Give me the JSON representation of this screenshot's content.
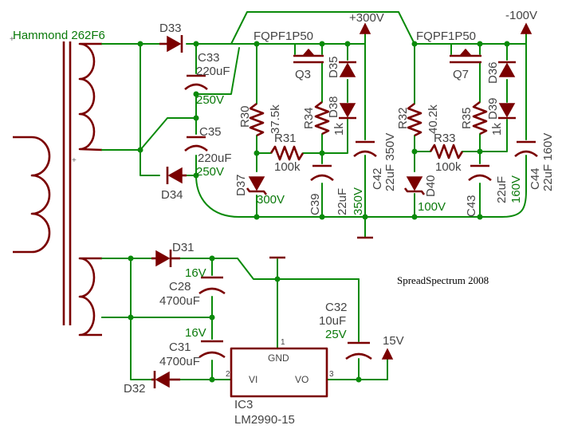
{
  "transformer": {
    "name": "Hammond 262F6"
  },
  "credit": "SpreadSpectrum 2008",
  "diodes": {
    "d33": "D33",
    "d34": "D34",
    "d35": "D35",
    "d38": "D38",
    "d37": "D37",
    "d36": "D36",
    "d39": "D39",
    "d40": "D40",
    "d31": "D31",
    "d32": "D32"
  },
  "mosfets": {
    "q3": {
      "label": "Q3",
      "part": "FQPF1P50"
    },
    "q7": {
      "label": "Q7",
      "part": "FQPF1P50"
    }
  },
  "capacitors": {
    "c33": {
      "label": "C33",
      "value": "220uF",
      "voltage": "250V"
    },
    "c35": {
      "label": "C35",
      "value": "220uF",
      "voltage": "250V"
    },
    "c39": {
      "label": "C39",
      "value": "22uF",
      "voltage": "350V"
    },
    "c42": {
      "label": "C42",
      "value": "22uF 350V"
    },
    "c43": {
      "label": "C43",
      "value": "22uF",
      "voltage": "160V"
    },
    "c44": {
      "label": "C44",
      "value": "22uF 160V"
    },
    "c28": {
      "label": "C28",
      "value": "4700uF",
      "voltage": "16V"
    },
    "c31": {
      "label": "C31",
      "value": "4700uF",
      "voltage": "16V"
    },
    "c32": {
      "label": "C32",
      "value": "10uF",
      "voltage": "25V"
    }
  },
  "resistors": {
    "r30": {
      "label": "R30",
      "value": "37.5k"
    },
    "r31": {
      "label": "R31",
      "value": "100k"
    },
    "r34": {
      "label": "R34",
      "value": "1k"
    },
    "r32": {
      "label": "R32",
      "value": "40.2k"
    },
    "r33": {
      "label": "R33",
      "value": "100k"
    },
    "r35": {
      "label": "R35",
      "value": "1k"
    }
  },
  "zener_voltages": {
    "d37": "300V",
    "d40": "100V"
  },
  "supplies": {
    "plus300": "+300V",
    "minus100": "-100V",
    "plus15": "15V"
  },
  "regulator": {
    "label": "IC3",
    "part": "LM2990-15",
    "pin_gnd": "GND",
    "pin_vi": "VI",
    "pin_vo": "VO",
    "pin1": "1",
    "pin2": "2",
    "pin3": "3"
  }
}
